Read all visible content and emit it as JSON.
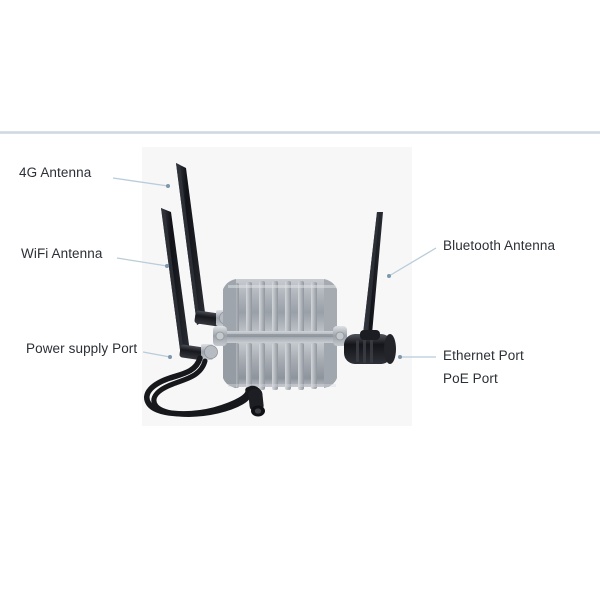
{
  "page": {
    "background_color": "#ffffff",
    "divider_color": "#ccd4de",
    "photo_background_color": "#f7f7f8",
    "label_color": "#2b2f36",
    "leader_line_color": "#b9ccd9"
  },
  "product": {
    "description": "Outdoor finned aluminum wireless access point with three external antennas, power cable and ethernet/PoE connector",
    "body_color": "#a8adb4",
    "antenna_color": "#1a1a20",
    "connector_color": "#15151a"
  },
  "callouts": [
    {
      "id": "4g-antenna",
      "label": "4G Antenna",
      "side": "left"
    },
    {
      "id": "wifi-antenna",
      "label": "WiFi Antenna",
      "side": "left"
    },
    {
      "id": "power-port",
      "label": "Power supply Port",
      "side": "left"
    },
    {
      "id": "bluetooth-antenna",
      "label": "Bluetooth Antenna",
      "side": "right"
    },
    {
      "id": "ethernet-port",
      "label": "Ethernet Port",
      "side": "right"
    },
    {
      "id": "poe-port",
      "label": "PoE Port",
      "side": "right"
    }
  ]
}
